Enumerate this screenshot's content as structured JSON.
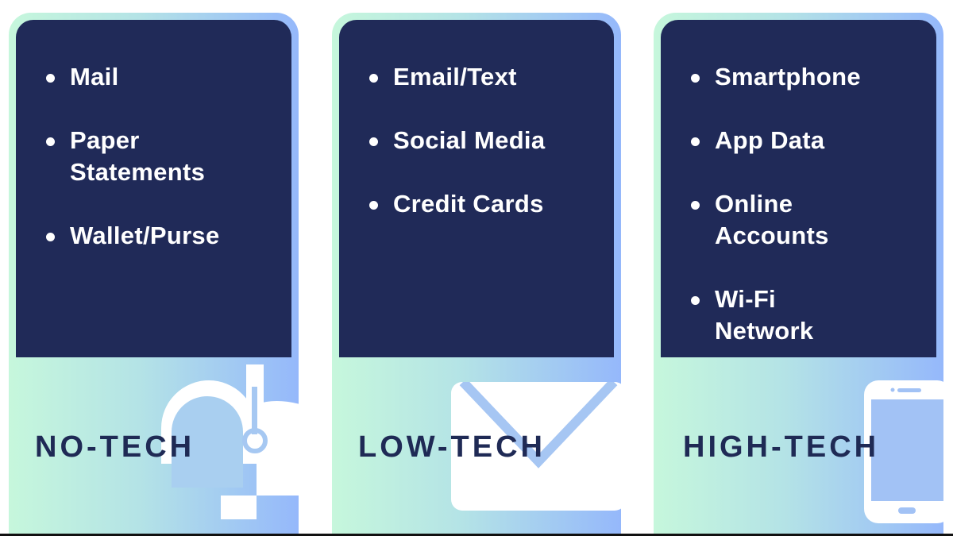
{
  "panels": [
    {
      "title": "NO-TECH",
      "icon": "mailbox-icon",
      "items": [
        "Mail",
        "Paper Statements",
        "Wallet/Purse"
      ]
    },
    {
      "title": "LOW-TECH",
      "icon": "envelope-icon",
      "items": [
        "Email/Text",
        "Social Media",
        "Credit Cards"
      ]
    },
    {
      "title": "HIGH-TECH",
      "icon": "smartphone-icon",
      "items": [
        "Smartphone",
        "App Data",
        "Online Accounts",
        "Wi-Fi Network"
      ]
    }
  ],
  "colors": {
    "dark_navy": "#202a58",
    "gradient_start": "#c6f7dc",
    "gradient_end": "#95b8fb",
    "label_text": "#1f2a55"
  }
}
